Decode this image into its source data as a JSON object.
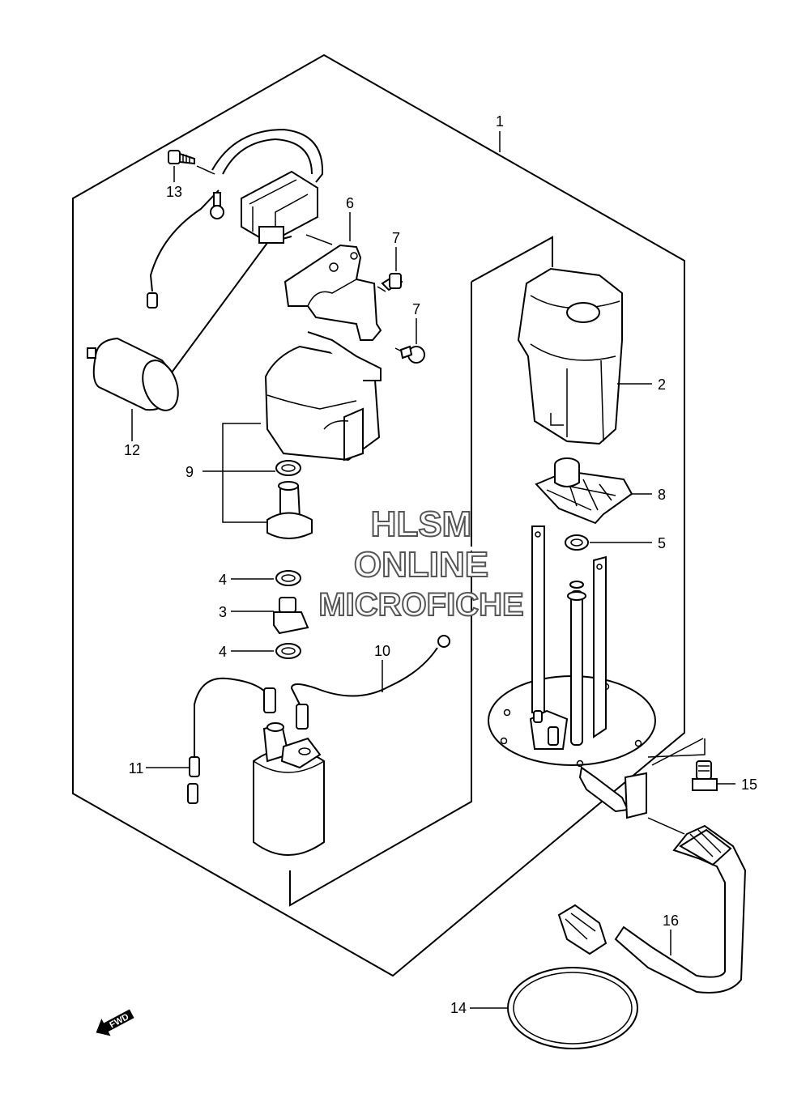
{
  "callouts": {
    "c1": "1",
    "c2": "2",
    "c3": "3",
    "c4a": "4",
    "c4b": "4",
    "c5": "5",
    "c6": "6",
    "c7a": "7",
    "c7b": "7",
    "c8": "8",
    "c9": "9",
    "c10": "10",
    "c11": "11",
    "c12": "12",
    "c13": "13",
    "c14": "14",
    "c15": "15",
    "c16": "16"
  },
  "watermark": {
    "line1": "HLSM",
    "line2": "ONLINE",
    "line3": "MICROFICHE"
  },
  "fwd": "FWD"
}
